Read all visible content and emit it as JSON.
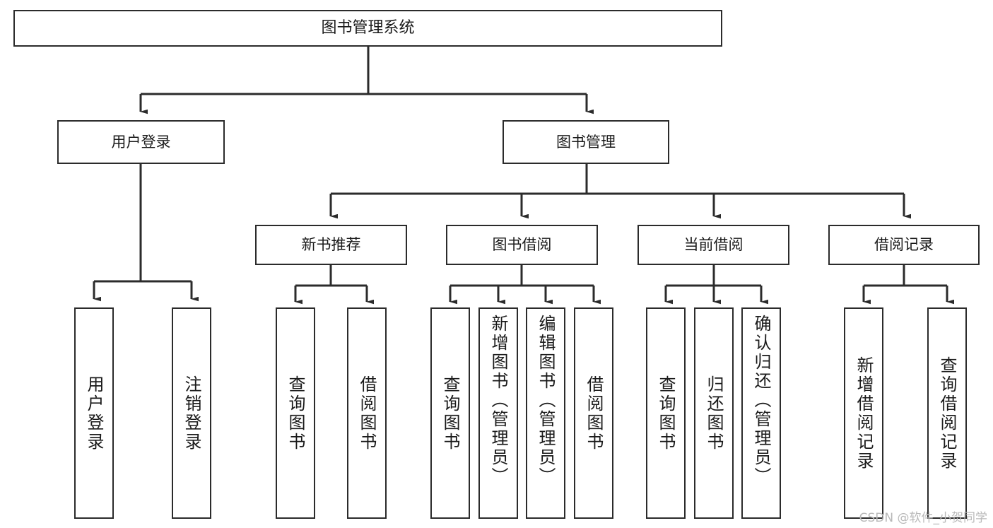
{
  "diagram": {
    "type": "tree",
    "title": "图书管理系统",
    "watermark": "CSDN @软件_小贺同学",
    "colors": {
      "background": "#ffffff",
      "stroke": "#2b2b2b",
      "text": "#1a1a1a",
      "watermark": "#b9b9b9"
    },
    "nodes": {
      "root": {
        "label": "图书管理系统"
      },
      "level2": [
        {
          "label": "用户登录"
        },
        {
          "label": "图书管理"
        }
      ],
      "level3": [
        {
          "label": "新书推荐"
        },
        {
          "label": "图书借阅"
        },
        {
          "label": "当前借阅"
        },
        {
          "label": "借阅记录"
        }
      ],
      "leaves": {
        "user_login": [
          {
            "label": "用户登录"
          },
          {
            "label": "注销登录"
          }
        ],
        "new_book": [
          {
            "label": "查询图书"
          },
          {
            "label": "借阅图书"
          }
        ],
        "book_borrow": [
          {
            "label": "查询图书"
          },
          {
            "label": "新增图书（管理员）"
          },
          {
            "label": "编辑图书（管理员）"
          },
          {
            "label": "借阅图书"
          }
        ],
        "current_borrow": [
          {
            "label": "查询图书"
          },
          {
            "label": "归还图书"
          },
          {
            "label": "确认归还（管理员）"
          }
        ],
        "borrow_record": [
          {
            "label": "新增借阅记录"
          },
          {
            "label": "查询借阅记录"
          }
        ]
      }
    }
  }
}
